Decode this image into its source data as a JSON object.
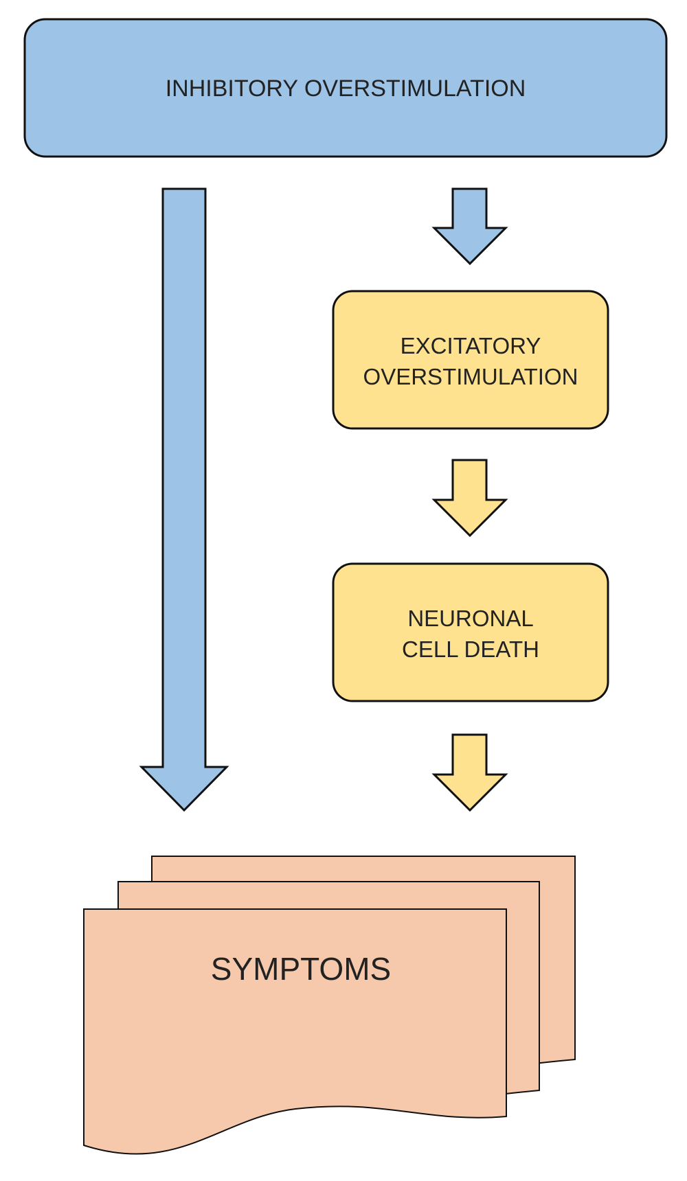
{
  "colors": {
    "blue_fill": "#9dc3e6",
    "yellow_fill": "#ffe28f",
    "peach_fill": "#f6c9ac",
    "outline": "#111111",
    "text": "#222222"
  },
  "boxes": {
    "inhibitory": {
      "label": "INHIBITORY OVERSTIMULATION"
    },
    "excitatory": {
      "line1": "EXCITATORY",
      "line2": "OVERSTIMULATION"
    },
    "neuronal": {
      "line1": "NEURONAL",
      "line2": "CELL DEATH"
    },
    "symptoms": {
      "label": "SYMPTOMS"
    }
  }
}
